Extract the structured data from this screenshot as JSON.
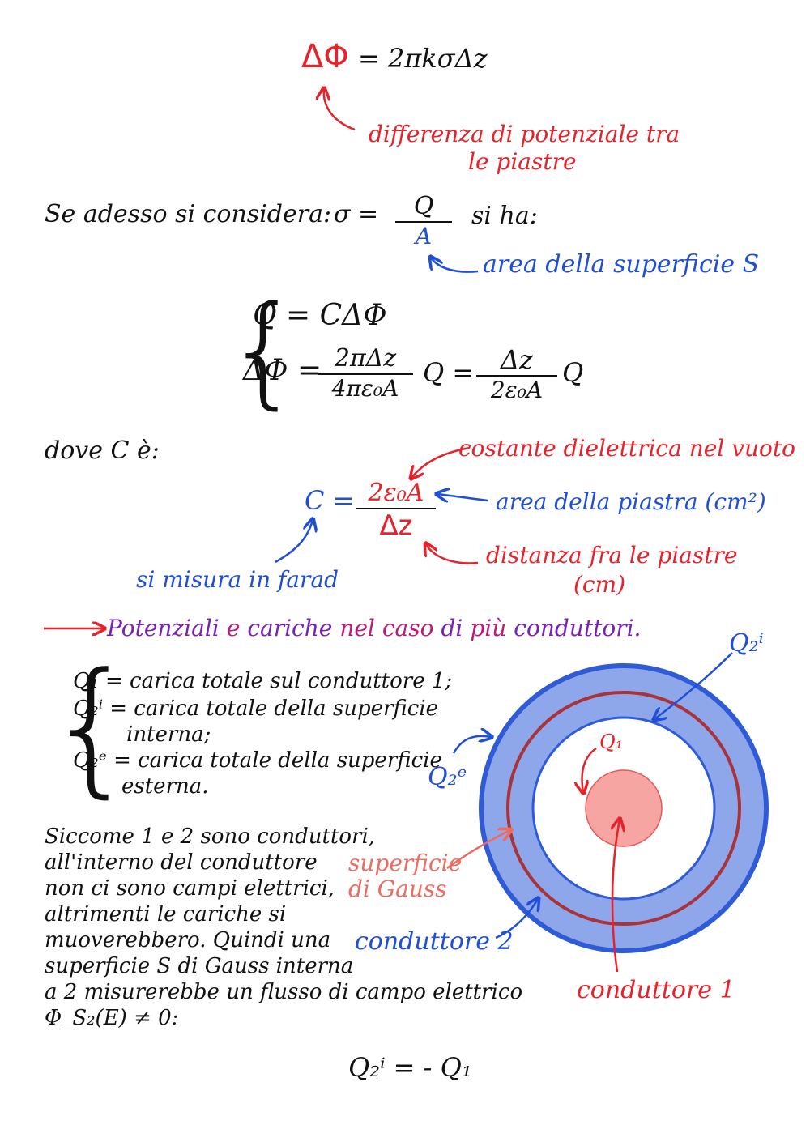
{
  "eq1": {
    "delta_phi": "ΔΦ",
    "rhs": "= 2πkσΔz"
  },
  "note_potential": {
    "line1": "differenza di potenziale tra",
    "line2": "le piastre"
  },
  "line_consider": {
    "text": "Se adesso si considera:",
    "sigma": "σ =",
    "num": "Q",
    "den": "A",
    "tail": "si ha:"
  },
  "note_area_surface": "area della superficie S",
  "system": {
    "row1": "Q = CΔΦ",
    "row2_lhs": "ΔΦ =",
    "frac1_num": "2πΔz",
    "frac1_den": "4πε₀A",
    "mid": "Q =",
    "frac2_num": "Δz",
    "frac2_den": "2ε₀A",
    "tail": "Q"
  },
  "dove": "dove C è:",
  "cap": {
    "lhs": "C =",
    "num": "2ε₀A",
    "den": "Δz"
  },
  "note_dielectric": "costante dielettrica nel vuoto",
  "note_plate_area": "area della piastra (cm²)",
  "note_distance": {
    "line1": "distanza fra le piastre",
    "line2": "(cm)"
  },
  "note_farad": "si misura in farad",
  "heading": {
    "arrow": "→",
    "words": [
      {
        "text": "Potenziali",
        "color": "#7a1fb8"
      },
      {
        "text": "e",
        "color": "#c0187a"
      },
      {
        "text": "cariche",
        "color": "#7a1fb8"
      },
      {
        "text": "nel",
        "color": "#c0187a"
      },
      {
        "text": "caso",
        "color": "#c0187a"
      },
      {
        "text": "di",
        "color": "#7a1fb8"
      },
      {
        "text": "più",
        "color": "#c0187a"
      },
      {
        "text": "conduttori.",
        "color": "#7a1fb8"
      }
    ]
  },
  "defs": [
    "Q₁ = carica totale sul conduttore 1;",
    "Q₂ⁱ = carica totale della superficie",
    "interna;",
    "Q₂ᵉ = carica totale della superficie",
    "esterna."
  ],
  "paragraph": [
    "Siccome 1 e 2 sono conduttori,",
    "all'interno del conduttore",
    "non ci sono campi elettrici,",
    "altrimenti le cariche si",
    "muoverebbero. Quindi una",
    "superficie S di Gauss interna",
    "a 2 misurerebbe un flusso di campo elettrico",
    "Φ_S₂(E) ≠ 0:"
  ],
  "diagram": {
    "label_q2i": "Q₂ⁱ",
    "label_q2e": "Q₂ᵉ",
    "label_q1": "Q₁",
    "label_gauss_1": "superficie",
    "label_gauss_2": "di Gauss",
    "label_cond2": "conduttore 2",
    "label_cond1": "conduttore 1",
    "colors": {
      "shell": "#8ea6ea",
      "shell_edge": "#2f5bd6",
      "gauss": "#a8343a",
      "core": "#f6a5a2"
    }
  },
  "final_eq": "Q₂ⁱ = - Q₁"
}
